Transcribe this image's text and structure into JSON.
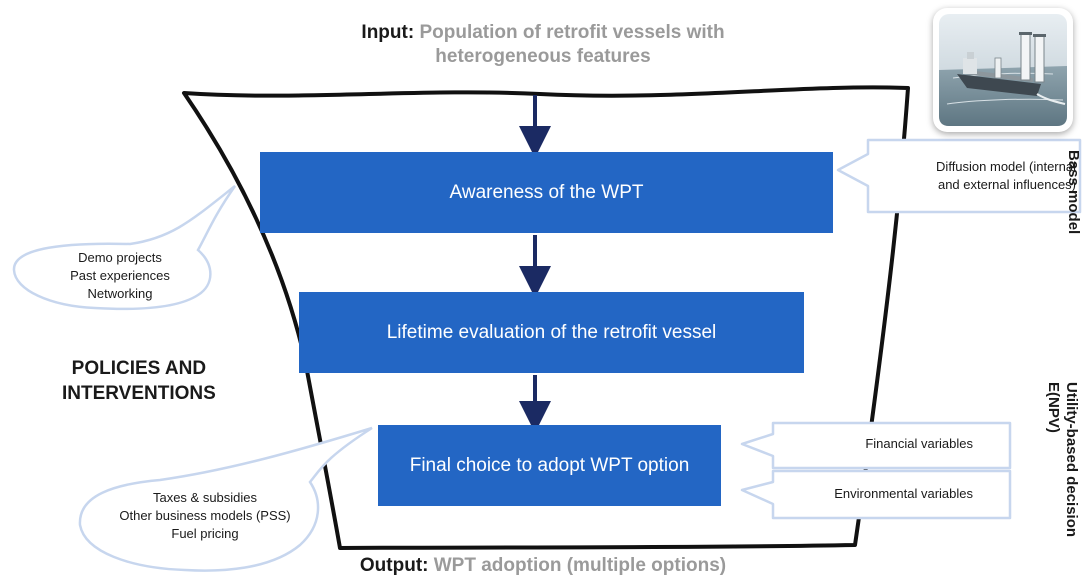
{
  "input": {
    "key": "Input:",
    "line1": "Population of retrofit vessels with",
    "line2": "heterogeneous features"
  },
  "output": {
    "key": "Output:",
    "text": "WPT adoption (multiple options)"
  },
  "stages": {
    "awareness": "Awareness of the WPT",
    "lifetime": "Lifetime evaluation of the retrofit vessel",
    "final_choice": "Final choice to adopt WPT option"
  },
  "side_labels": {
    "policies_line1": "POLICIES AND",
    "policies_line2": "INTERVENTIONS",
    "bass_model": "Bass model",
    "utility_line1": "Utility-based decision",
    "utility_line2": "E(NPV)"
  },
  "callouts": {
    "demo": [
      "Demo projects",
      "Past experiences",
      "Networking"
    ],
    "diffusion": [
      "Diffusion model (internal",
      "and external influences)"
    ],
    "financial": "Financial variables",
    "environmental": "Environmental variables",
    "policy": [
      "Taxes & subsidies",
      "Other business models (PSS)",
      "Fuel pricing"
    ]
  },
  "colors": {
    "box": "#2366c4",
    "arrow": "#1b2a63",
    "callout_stroke": "#c7d6ee",
    "title_grey": "#9a9a9a"
  },
  "image": {
    "icon": "ship-photo-icon"
  }
}
